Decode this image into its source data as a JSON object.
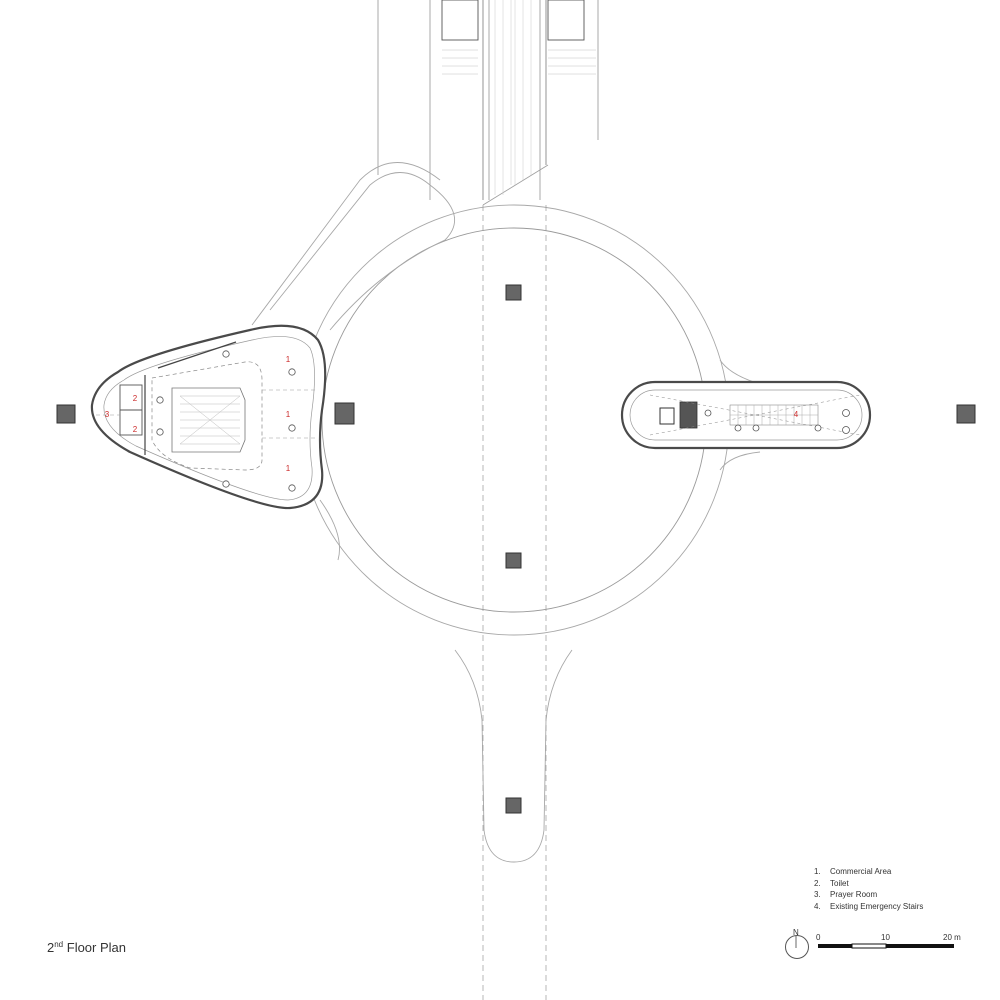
{
  "title": {
    "text": "2",
    "sup": "nd",
    "rest": " Floor Plan"
  },
  "room_labels": [
    "1",
    "1",
    "1",
    "2",
    "2",
    "3",
    "4"
  ],
  "legend": [
    {
      "num": "1.",
      "label": "Commercial Area"
    },
    {
      "num": "2.",
      "label": "Toilet"
    },
    {
      "num": "3.",
      "label": "Prayer Room"
    },
    {
      "num": "4.",
      "label": "Existing Emergency Stairs"
    }
  ],
  "scale": {
    "ticks": [
      "0",
      "10",
      "20 m"
    ]
  },
  "north": {
    "label": "N"
  },
  "colors": {
    "line": "#9a9a9a",
    "wall": "#555555",
    "column": "#666666",
    "accent": "#cc2a2a"
  }
}
